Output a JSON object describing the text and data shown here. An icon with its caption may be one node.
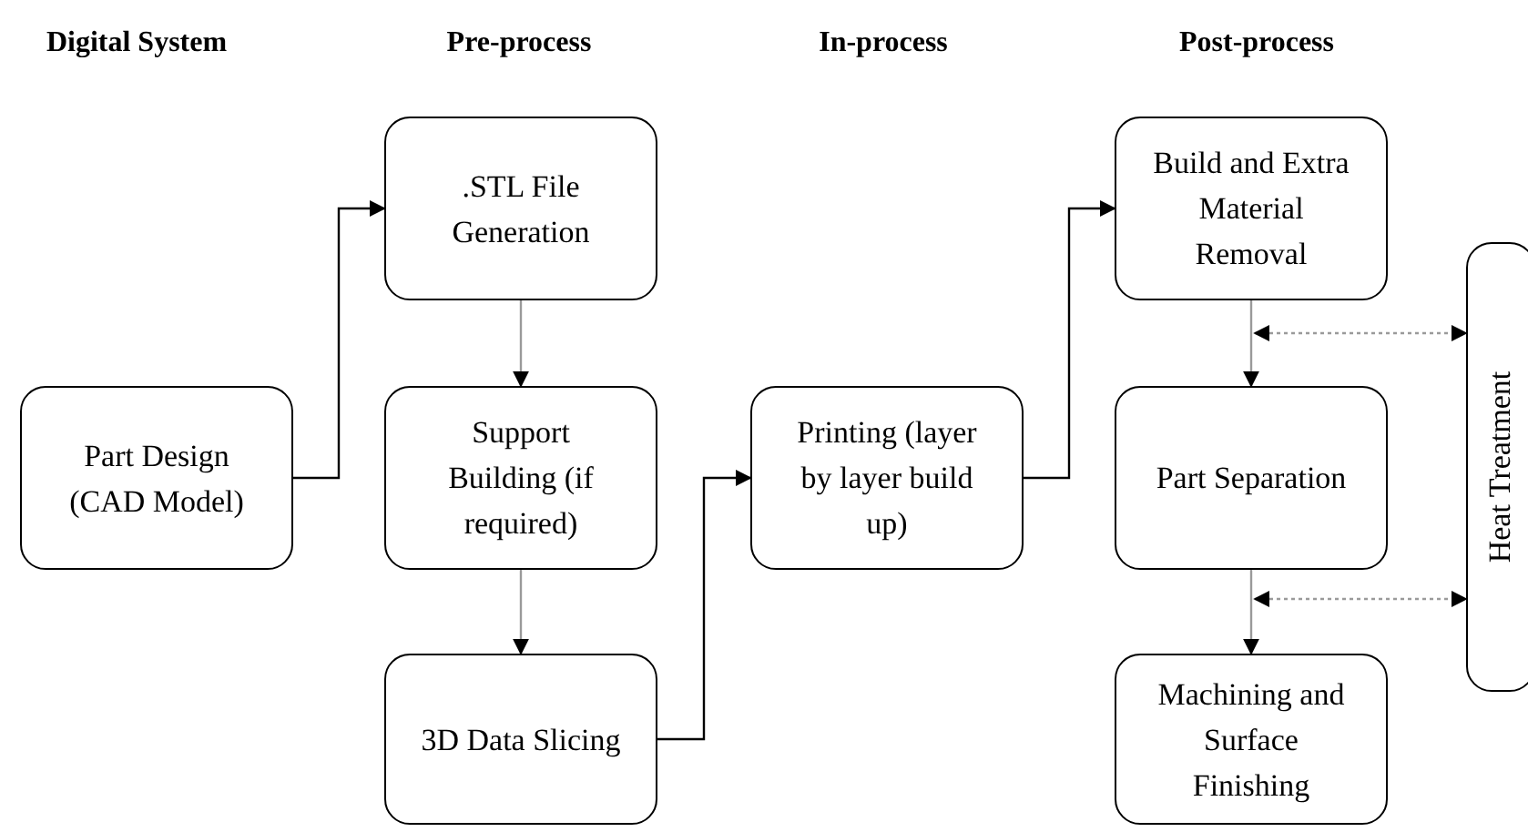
{
  "diagram": {
    "nodes": [
      {
        "text": [
          "Part Design (CAD Model)"
        ]
      },
      {
        "text": [
          ".STL File Generation"
        ]
      },
      {
        "text": [
          "Support Building (if required)"
        ]
      },
      {
        "text": [
          "3D Data Slicing"
        ]
      },
      {
        "text": [
          "Printing (layer by layer build up)"
        ]
      },
      {
        "text": [
          "Build and Extra Material Removal"
        ]
      },
      {
        "text": [
          "Part Separation"
        ]
      },
      {
        "text": [
          "Machining and Surface Finishing"
        ]
      },
      {
        "text": [
          "Heat Treatment"
        ]
      }
    ],
    "edges": [
      {
        "from": 0,
        "to": 1,
        "arrow": "to",
        "color": "#000000"
      },
      {
        "from": 1,
        "to": 2,
        "arrow": "to"
      },
      {
        "from": 2,
        "to": 3,
        "arrow": "to"
      },
      {
        "from": 3,
        "to": 4,
        "arrow": "to",
        "color": "#000000"
      },
      {
        "from": 4,
        "to": 5,
        "arrow": "to",
        "color": "#000000"
      },
      {
        "from": 5,
        "to": 6,
        "arrow": "to"
      },
      {
        "from": 6,
        "to": 7,
        "arrow": "to"
      },
      {
        "from": 5,
        "to": 8,
        "arrow": "both",
        "style": "dashed"
      },
      {
        "from": 6,
        "to": 8,
        "arrow": "both",
        "style": "dashed"
      }
    ],
    "labels": [
      "Digital System",
      "Pre-process",
      "In-process",
      "Post-process"
    ]
  }
}
